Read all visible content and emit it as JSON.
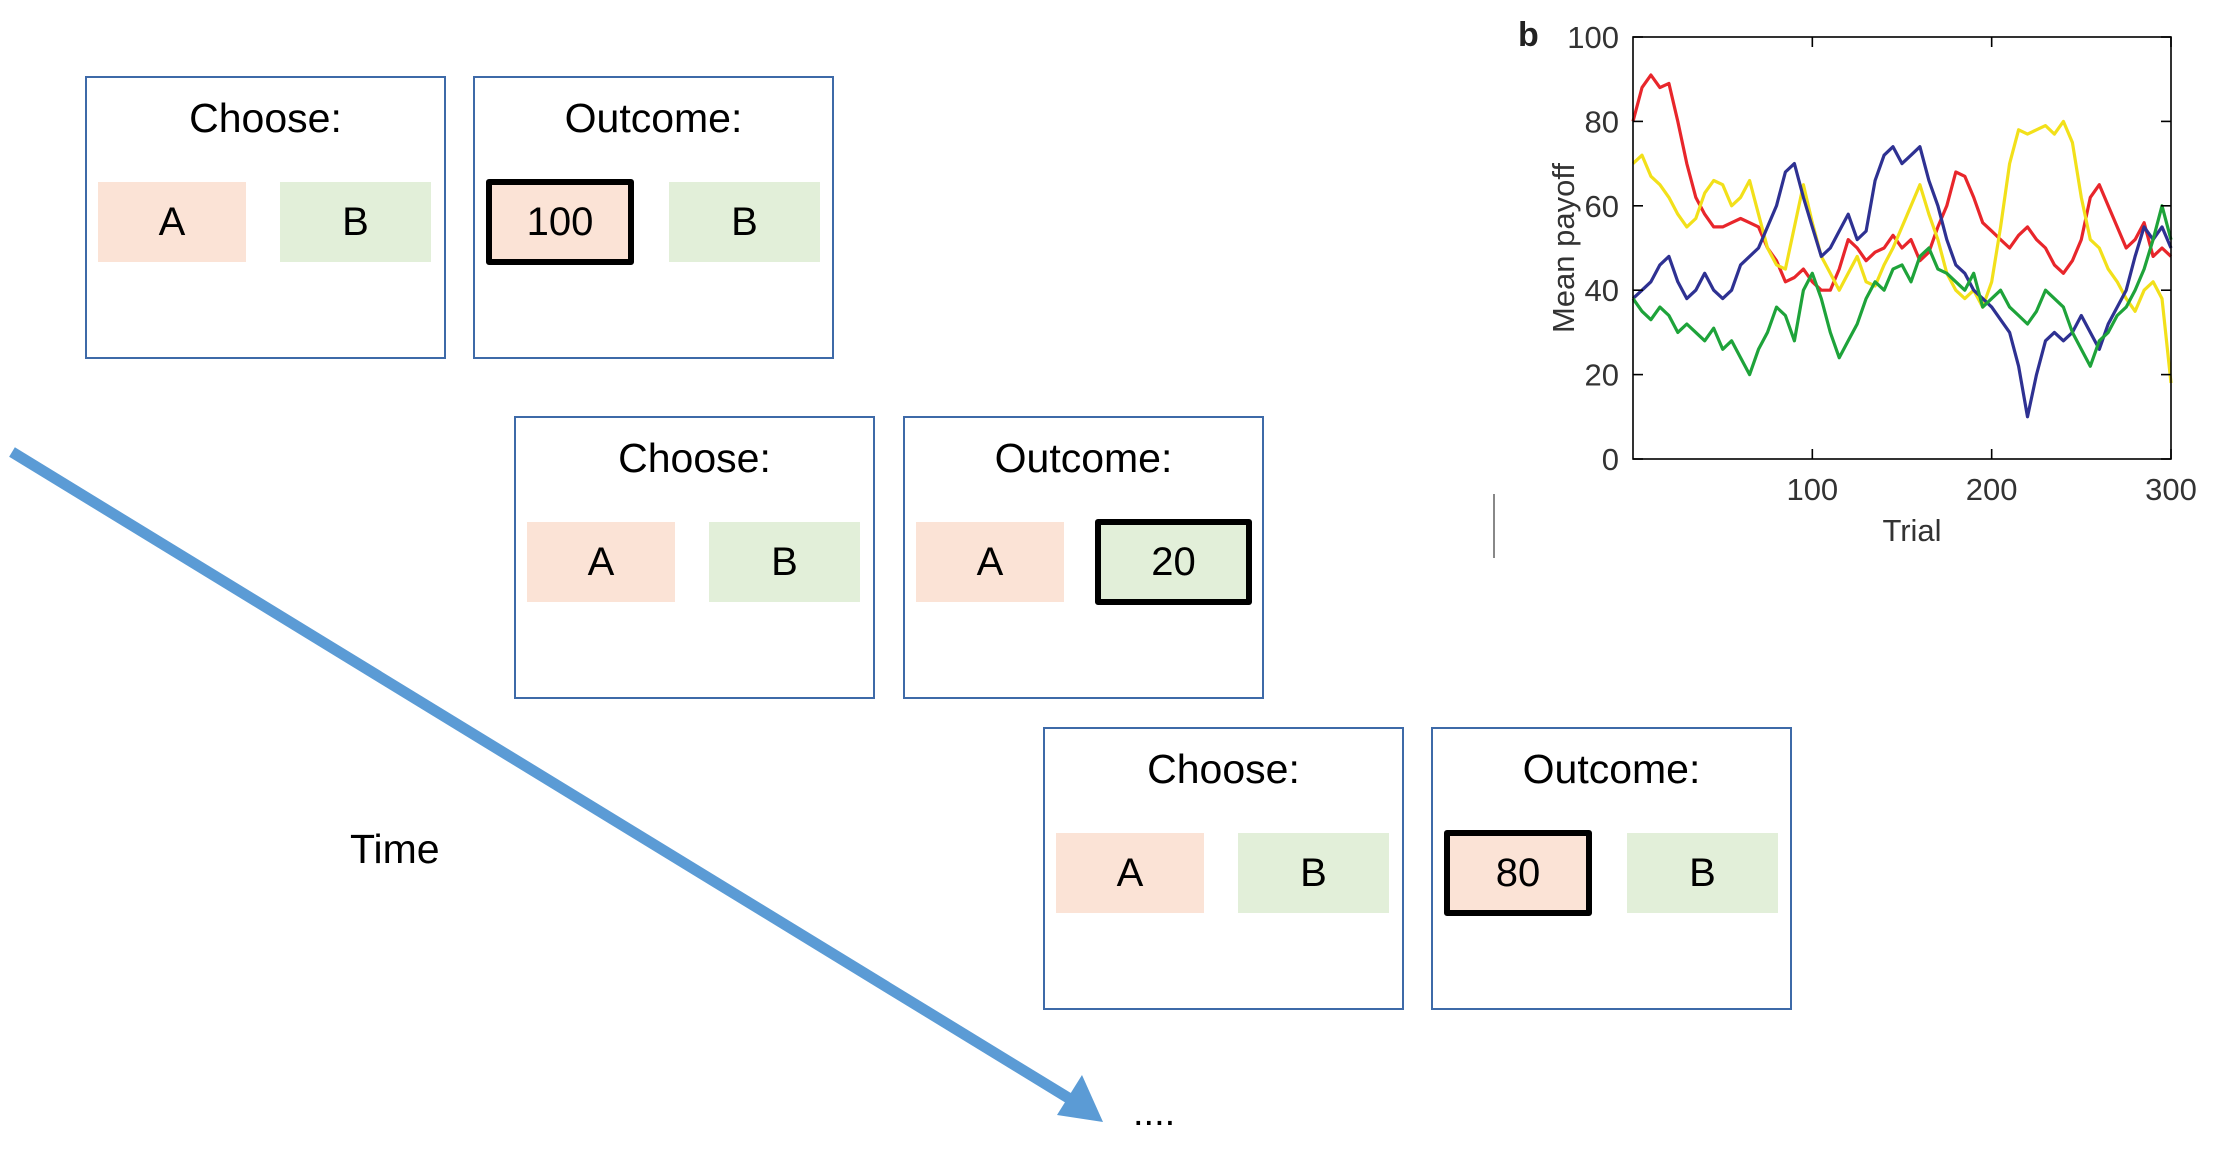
{
  "trials": [
    {
      "choose": {
        "title": "Choose:",
        "a": "A",
        "b": "B"
      },
      "outcome": {
        "title": "Outcome:",
        "a": "100",
        "b": "B",
        "selected": "a"
      }
    },
    {
      "choose": {
        "title": "Choose:",
        "a": "A",
        "b": "B"
      },
      "outcome": {
        "title": "Outcome:",
        "a": "A",
        "b": "20",
        "selected": "b"
      }
    },
    {
      "choose": {
        "title": "Choose:",
        "a": "A",
        "b": "B"
      },
      "outcome": {
        "title": "Outcome:",
        "a": "80",
        "b": "B",
        "selected": "a"
      }
    }
  ],
  "time_label": "Time",
  "ellipsis": "....",
  "colors": {
    "option_a": "#fbe3d6",
    "option_b": "#e2efd9",
    "panel_border": "#3e6aa8",
    "arrow": "#5b9bd5"
  },
  "chart_data": {
    "type": "line",
    "panel_letter": "b",
    "title": "",
    "xlabel": "Trial",
    "ylabel": "Mean payoff",
    "xlim": [
      0,
      300
    ],
    "ylim": [
      0,
      100
    ],
    "xticks": [
      100,
      200,
      300
    ],
    "yticks": [
      0,
      20,
      40,
      60,
      80,
      100
    ],
    "grid": false,
    "series": [
      {
        "color": "#e8262b",
        "x": [
          0,
          5,
          10,
          15,
          20,
          25,
          30,
          35,
          40,
          45,
          50,
          55,
          60,
          65,
          70,
          75,
          80,
          85,
          90,
          95,
          100,
          105,
          110,
          115,
          120,
          125,
          130,
          135,
          140,
          145,
          150,
          155,
          160,
          165,
          170,
          175,
          180,
          185,
          190,
          195,
          200,
          205,
          210,
          215,
          220,
          225,
          230,
          235,
          240,
          245,
          250,
          255,
          260,
          265,
          270,
          275,
          280,
          285,
          290,
          295,
          300
        ],
        "y": [
          80,
          88,
          91,
          88,
          89,
          80,
          70,
          62,
          58,
          55,
          55,
          56,
          57,
          56,
          55,
          50,
          47,
          42,
          43,
          45,
          42,
          40,
          40,
          45,
          52,
          50,
          47,
          49,
          50,
          53,
          50,
          52,
          47,
          49,
          55,
          60,
          68,
          67,
          62,
          56,
          54,
          52,
          50,
          53,
          55,
          52,
          50,
          46,
          44,
          47,
          52,
          62,
          65,
          60,
          55,
          50,
          52,
          56,
          48,
          50,
          48
        ]
      },
      {
        "color": "#f2e01a",
        "x": [
          0,
          5,
          10,
          15,
          20,
          25,
          30,
          35,
          40,
          45,
          50,
          55,
          60,
          65,
          70,
          75,
          80,
          85,
          90,
          95,
          100,
          105,
          110,
          115,
          120,
          125,
          130,
          135,
          140,
          145,
          150,
          155,
          160,
          165,
          170,
          175,
          180,
          185,
          190,
          195,
          200,
          205,
          210,
          215,
          220,
          225,
          230,
          235,
          240,
          245,
          250,
          255,
          260,
          265,
          270,
          275,
          280,
          285,
          290,
          295,
          300
        ],
        "y": [
          70,
          72,
          67,
          65,
          62,
          58,
          55,
          57,
          63,
          66,
          65,
          60,
          62,
          66,
          58,
          50,
          46,
          45,
          55,
          65,
          56,
          48,
          44,
          40,
          44,
          48,
          42,
          41,
          46,
          50,
          55,
          60,
          65,
          58,
          52,
          44,
          40,
          38,
          40,
          36,
          42,
          55,
          70,
          78,
          77,
          78,
          79,
          77,
          80,
          75,
          62,
          52,
          50,
          45,
          42,
          38,
          35,
          40,
          42,
          38,
          18
        ]
      },
      {
        "color": "#2e3192",
        "x": [
          0,
          5,
          10,
          15,
          20,
          25,
          30,
          35,
          40,
          45,
          50,
          55,
          60,
          65,
          70,
          75,
          80,
          85,
          90,
          95,
          100,
          105,
          110,
          115,
          120,
          125,
          130,
          135,
          140,
          145,
          150,
          155,
          160,
          165,
          170,
          175,
          180,
          185,
          190,
          195,
          200,
          205,
          210,
          215,
          220,
          225,
          230,
          235,
          240,
          245,
          250,
          255,
          260,
          265,
          270,
          275,
          280,
          285,
          290,
          295,
          300
        ],
        "y": [
          38,
          40,
          42,
          46,
          48,
          42,
          38,
          40,
          44,
          40,
          38,
          40,
          46,
          48,
          50,
          55,
          60,
          68,
          70,
          62,
          55,
          48,
          50,
          54,
          58,
          52,
          54,
          66,
          72,
          74,
          70,
          72,
          74,
          66,
          60,
          52,
          46,
          44,
          40,
          38,
          36,
          33,
          30,
          22,
          10,
          20,
          28,
          30,
          28,
          30,
          34,
          30,
          26,
          32,
          36,
          40,
          48,
          55,
          52,
          55,
          50
        ]
      },
      {
        "color": "#1ea33a",
        "x": [
          0,
          5,
          10,
          15,
          20,
          25,
          30,
          35,
          40,
          45,
          50,
          55,
          60,
          65,
          70,
          75,
          80,
          85,
          90,
          95,
          100,
          105,
          110,
          115,
          120,
          125,
          130,
          135,
          140,
          145,
          150,
          155,
          160,
          165,
          170,
          175,
          180,
          185,
          190,
          195,
          200,
          205,
          210,
          215,
          220,
          225,
          230,
          235,
          240,
          245,
          250,
          255,
          260,
          265,
          270,
          275,
          280,
          285,
          290,
          295,
          300
        ],
        "y": [
          38,
          35,
          33,
          36,
          34,
          30,
          32,
          30,
          28,
          31,
          26,
          28,
          24,
          20,
          26,
          30,
          36,
          34,
          28,
          40,
          44,
          38,
          30,
          24,
          28,
          32,
          38,
          42,
          40,
          45,
          46,
          42,
          48,
          50,
          45,
          44,
          42,
          40,
          44,
          36,
          38,
          40,
          36,
          34,
          32,
          35,
          40,
          38,
          36,
          30,
          26,
          22,
          28,
          30,
          34,
          36,
          40,
          45,
          52,
          60,
          52
        ]
      }
    ]
  }
}
